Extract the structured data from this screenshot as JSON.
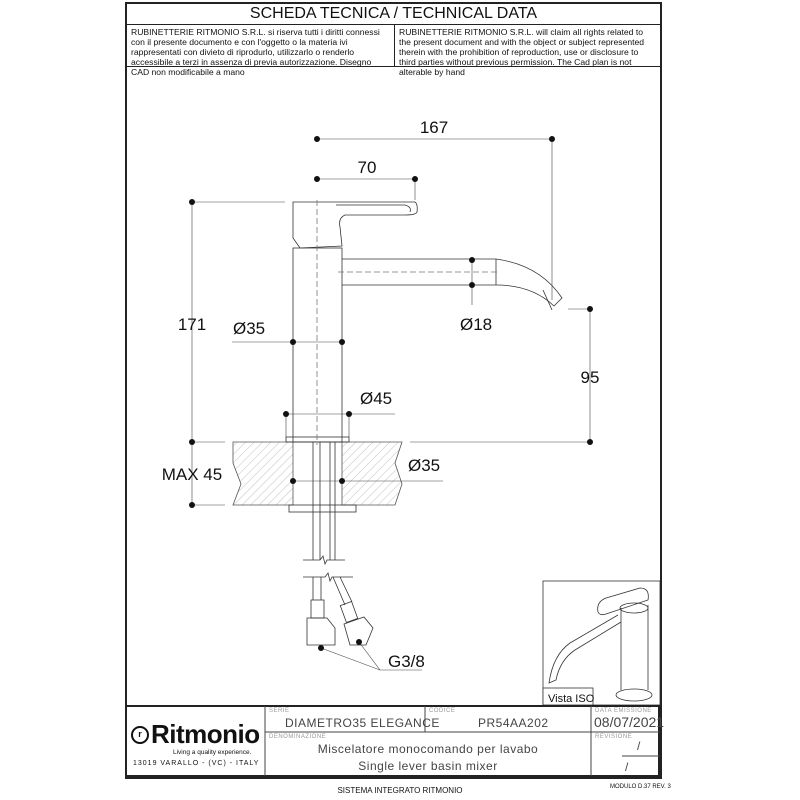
{
  "header": {
    "title": "SCHEDA TECNICA / TECHNICAL DATA",
    "notice_it": "RUBINETTERIE RITMONIO S.R.L. si riserva tutti i diritti connessi con il presente documento e con l'oggetto o la materia ivi rappresentati con divieto di riprodurlo, utilizzarlo o renderlo accessibile a terzi in assenza di previa autorizzazione. Disegno CAD non modificabile a mano",
    "notice_en": "RUBINETTERIE RITMONIO S.R.L. will claim all rights related to the present document and with the object or subject represented therein with the prohibition  of reproduction, use or disclosure to third parties without previous permission.  The Cad plan is not alterable by hand"
  },
  "drawing": {
    "dim_167": "167",
    "dim_70": "70",
    "dim_171": "171",
    "dim_d35_body": "Ø35",
    "dim_d18": "Ø18",
    "dim_95": "95",
    "dim_d45": "Ø45",
    "dim_max45": "MAX 45",
    "dim_d35_hole": "Ø35",
    "dim_g38": "G3/8",
    "iso_label": "Vista ISO"
  },
  "title_block": {
    "logo_text": "Ritmonio",
    "logo_tagline": "Living a quality experience.",
    "address": "13019 VARALLO - (VC) - ITALY",
    "serie_label": "SERIE",
    "serie_value": "DIAMETRO35  ELEGANCE",
    "codice_label": "CODICE",
    "codice_value": "PR54AA202",
    "data_label": "DATA  EMISSIONE",
    "data_value": "08/07/2021",
    "denominazione_label": "DENOMINAZIONE",
    "description_it": "Miscelatore  monocomando  per  lavabo",
    "description_en": "Single  lever  basin  mixer",
    "revisione_label": "REVISIONE",
    "revisione_value": "/",
    "revisione_value2": "/"
  },
  "footer": {
    "system": "SISTEMA INTEGRATO RITMONIO",
    "module": "MODULO D.37 REV. 3"
  }
}
